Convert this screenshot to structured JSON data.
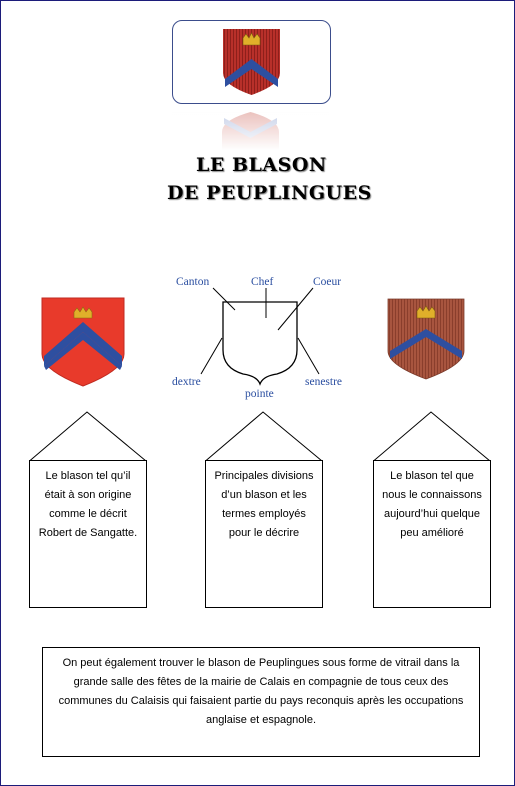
{
  "title": {
    "line1": "LE BLASON",
    "line2": "DE PEUPLINGUES"
  },
  "diagram": {
    "canton": "Canton",
    "chef": "Chef",
    "coeur": "Coeur",
    "dextre": "dextre",
    "senestre": "senestre",
    "pointe": "pointe"
  },
  "captions": {
    "left": "Le blason tel qu’il était à son origine comme le décrit Robert de Sangatte.",
    "middle": "Principales divisions d’un blason et les termes employés pour le décrire",
    "right": "Le blason tel que nous le connaissons aujourd’hui quelque peu amélioré"
  },
  "footer_text": "On peut également trouver le blason de Peuplingues sous forme de vitrail dans la grande salle des fêtes de la mairie de Calais en compagnie de tous ceux des communes du Calaisis qui faisaient partie du pays reconquis après les occupations anglaise et espagnole.",
  "colors": {
    "shield_red_bright": "#e83a2b",
    "shield_red_dark": "#b8403a",
    "shield_brown": "#a8553f",
    "chevron_blue": "#2e4fa0",
    "crown_gold": "#e0b02a",
    "frame_blue": "#1c1c7a"
  }
}
